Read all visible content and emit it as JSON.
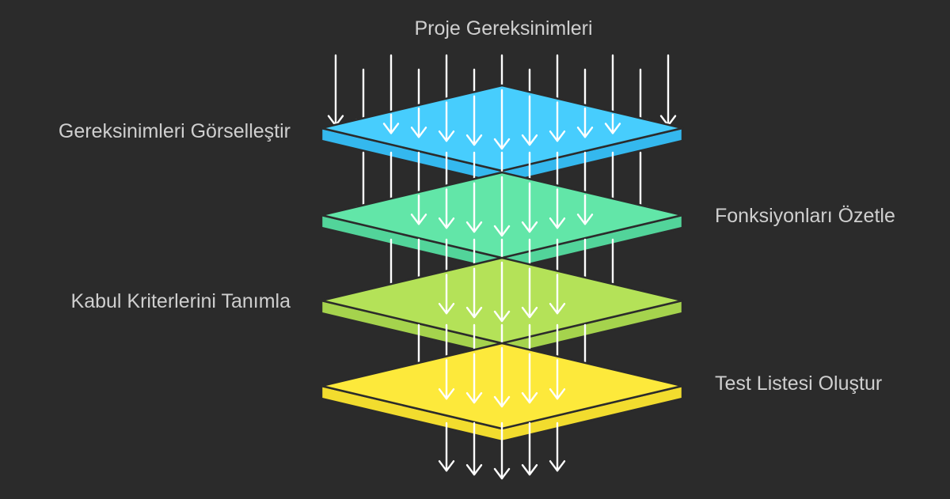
{
  "title": "Proje Gereksinimleri",
  "layers": [
    {
      "label": "Gereksinimleri Görselleştir",
      "top_color": "#47cdfd",
      "side_color": "#34b8ee"
    },
    {
      "label": "Fonksiyonları Özetle",
      "top_color": "#62e6a8",
      "side_color": "#52d49a"
    },
    {
      "label": "Kabul Kriterlerini Tanımla",
      "top_color": "#b4e258",
      "side_color": "#a5d34d"
    },
    {
      "label": "Test Listesi Oluştur",
      "top_color": "#fde93b",
      "side_color": "#f2dc2e"
    }
  ],
  "colors": {
    "background": "#2b2b2b",
    "arrow": "#ffffff",
    "outline": "#2b2b2b",
    "text": "#cfcfcf"
  },
  "icons": {
    "arrow": "down-arrow-icon"
  }
}
